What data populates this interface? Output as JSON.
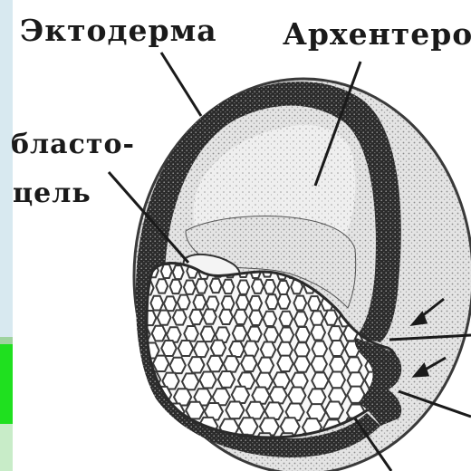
{
  "labels": {
    "ectoderm": "Эктодерма",
    "archenteron": "Архентеро",
    "blastocoel_line1": "бласто-",
    "blastocoel_line2": "цель"
  },
  "colors": {
    "ectoderm_band": "#2a2a2a",
    "yolk_cells": "#ffffff",
    "cell_lines": "#3a3a3a",
    "stipple_bg": "#d9d9d9",
    "left_strip_green": "#1fe01f"
  }
}
